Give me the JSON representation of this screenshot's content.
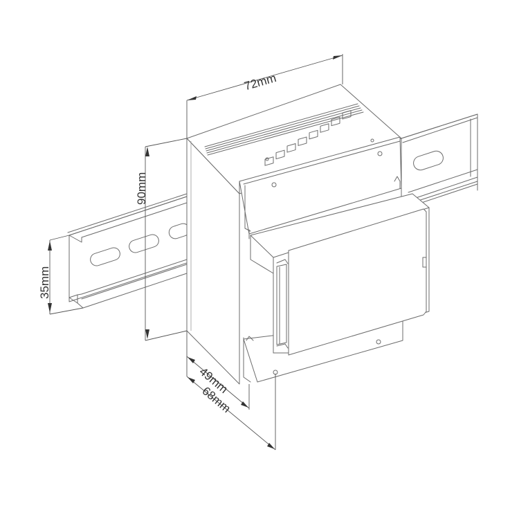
{
  "diagram": {
    "subject": "DIN-rail mounted module",
    "colors": {
      "line": "#6b6b6b",
      "dimension": "#555555",
      "text": "#333333",
      "background": "#ffffff"
    },
    "dimensions": {
      "width": {
        "label": "72mm"
      },
      "height": {
        "label": "90mm"
      },
      "rail_height": {
        "label": "35mm"
      },
      "depth_front": {
        "label": "49mm"
      },
      "depth_total": {
        "label": "68mm"
      }
    },
    "components": {
      "terminal_slots_count": 8,
      "rail_slots_visible": 4,
      "vent_grooves": 5
    }
  }
}
